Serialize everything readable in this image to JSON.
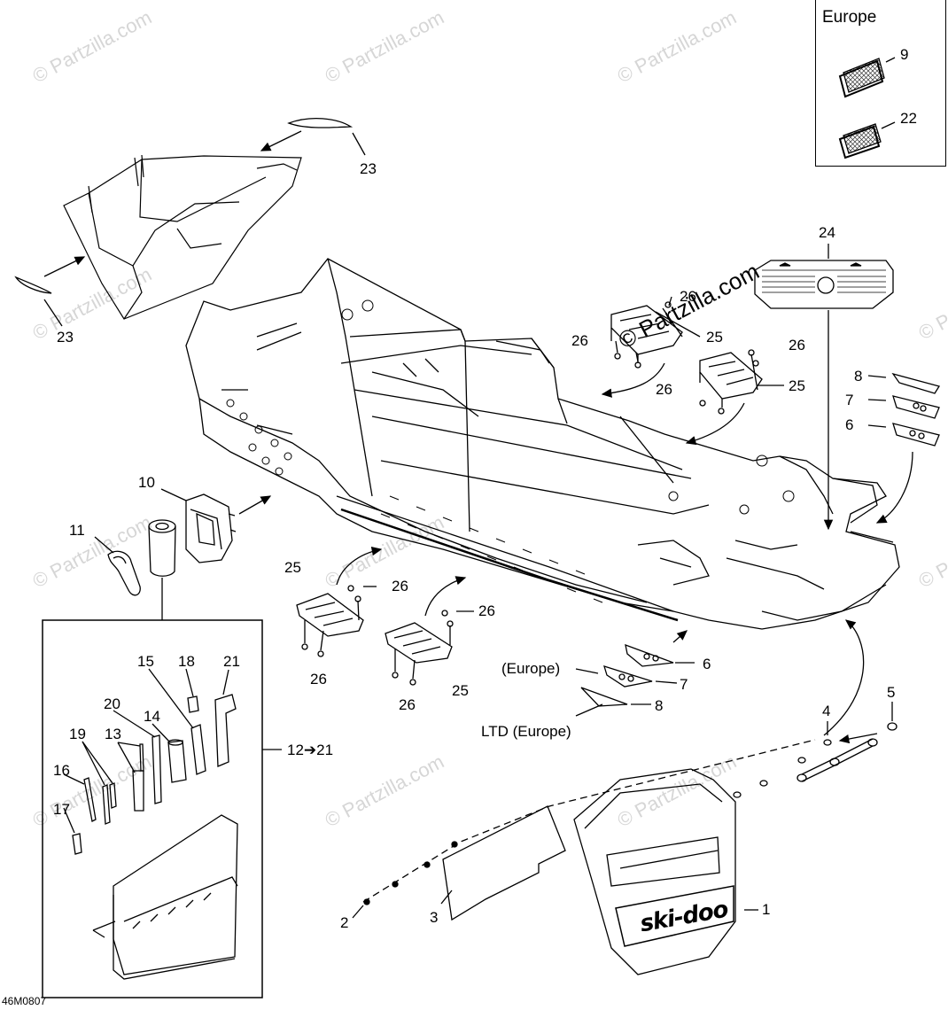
{
  "diagram": {
    "drawing_code": "46M0807",
    "watermark_text": "© Partzilla.com",
    "watermark_center": "© Partzilla.com",
    "inset_europe": {
      "title": "Europe",
      "items": [
        "9",
        "22"
      ]
    },
    "tool_kit_range": "12➔21",
    "labels": {
      "l1": "1",
      "l2": "2",
      "l3": "3",
      "l4": "4",
      "l5": "5",
      "l6a": "6",
      "l7a": "7",
      "l8a": "8",
      "l6b": "6",
      "l7b": "7",
      "l8b": "8",
      "l10": "10",
      "l11": "11",
      "l13": "13",
      "l14": "14",
      "l15": "15",
      "l16": "16",
      "l17": "17",
      "l18": "18",
      "l19": "19",
      "l20": "20",
      "l21": "21",
      "l23a": "23",
      "l23b": "23",
      "l24": "24",
      "l25a": "25",
      "l25b": "25",
      "l25c": "25",
      "l25d": "25",
      "l26a": "26",
      "l26b": "26",
      "l26c": "26",
      "l26d": "26",
      "l26e": "26",
      "l26f": "26",
      "l26g": "26",
      "l26h": "26"
    },
    "notes": {
      "europe": "(Europe)",
      "ltd_europe": "LTD (Europe)"
    },
    "logo_text": "ski-doo"
  }
}
